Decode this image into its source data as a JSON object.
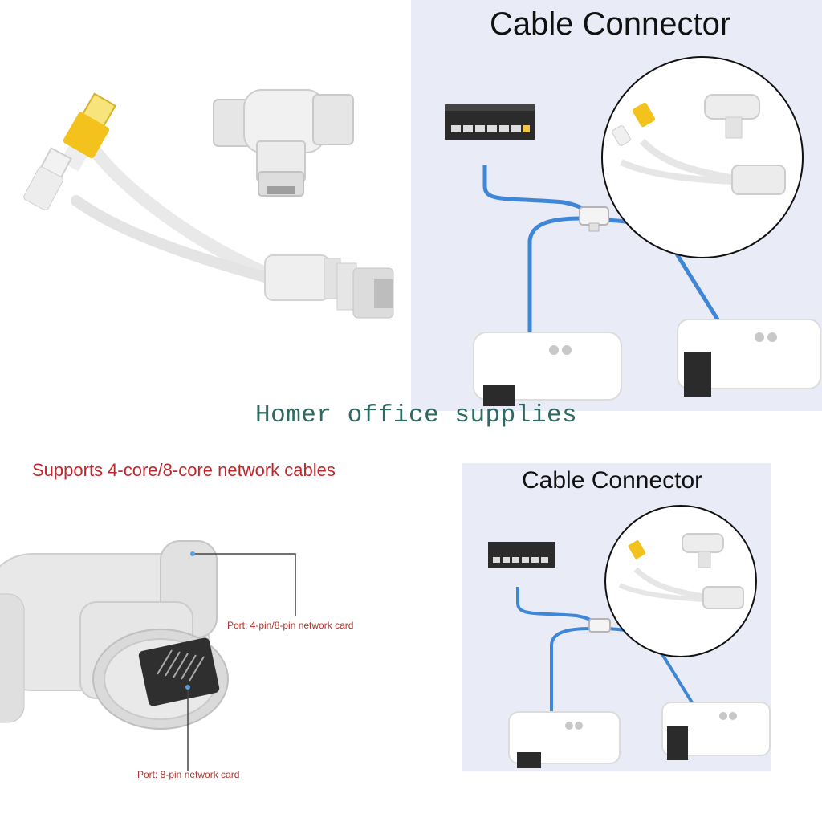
{
  "panels": {
    "scene_1": {
      "title": "Cable Connector"
    },
    "scene_2": {
      "title": "Cable Connector"
    }
  },
  "watermark": "Homer office supplies",
  "closeup": {
    "caption": "Supports 4-core/8-core network cables",
    "callout_top": "Port: 4-pin/8-pin network card",
    "callout_bottom": "Port: 8-pin network card"
  },
  "colors": {
    "cable_blue": "#3f86d6",
    "connector_yellow": "#f3c21d",
    "caption_red": "#c0272d",
    "watermark_teal": "#2d6a62",
    "scene_background": "#e9ecf7"
  }
}
